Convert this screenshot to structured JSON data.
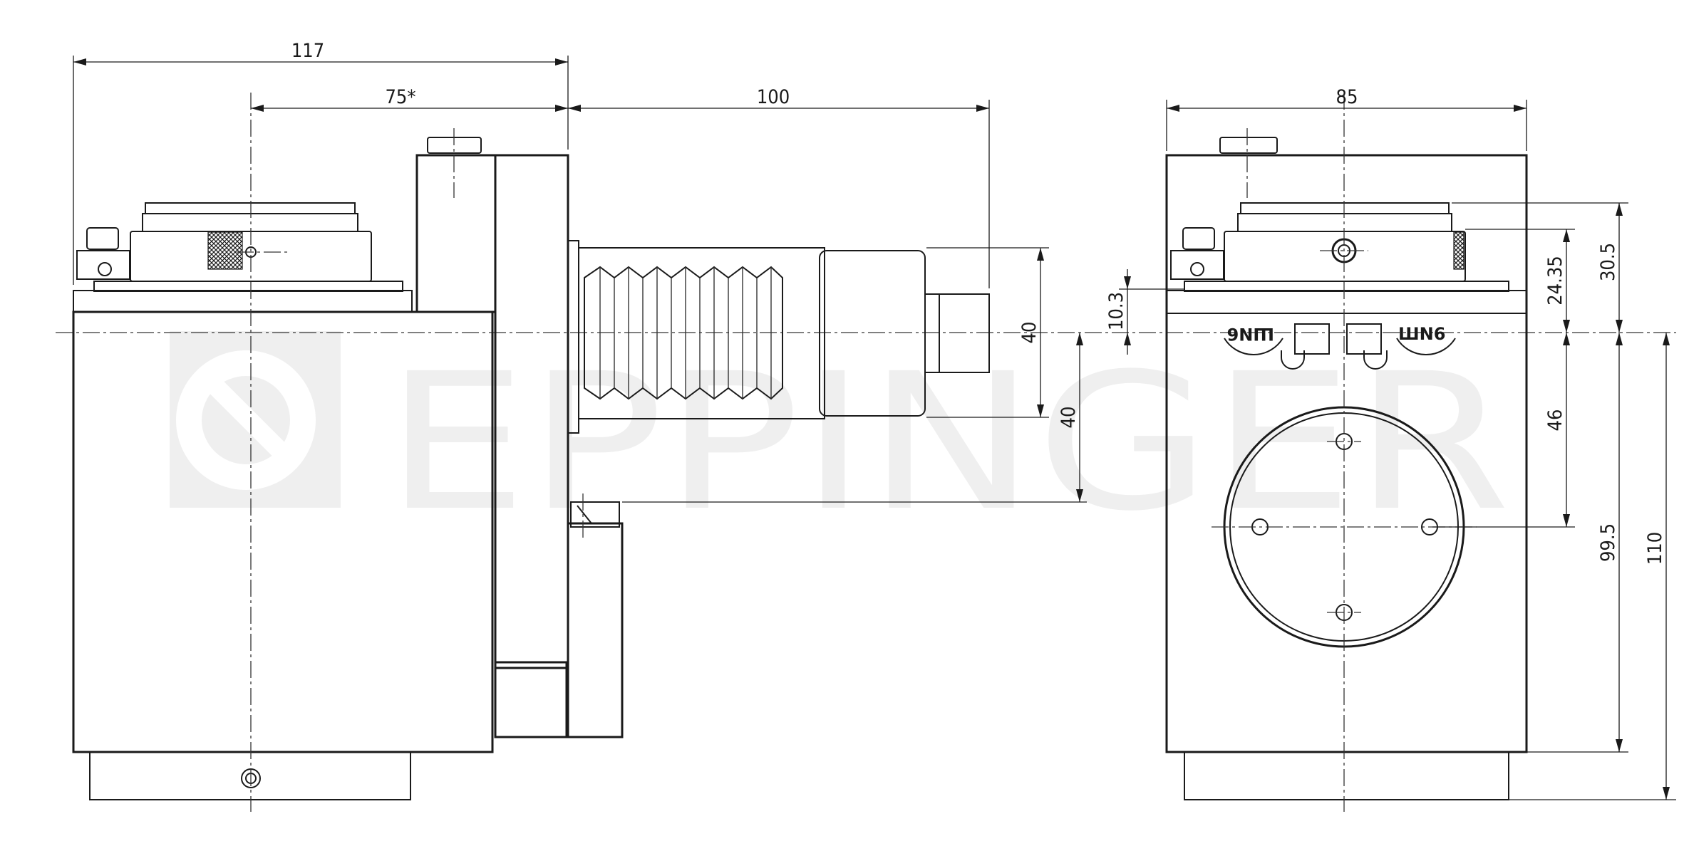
{
  "watermark": {
    "text": "EPPINGER",
    "color": "#efefef"
  },
  "dimensions": {
    "overall_length": "117",
    "axis_offset": "75*",
    "tool_projection": "100",
    "width": "85",
    "thread_diameter": "40",
    "tool_height": "40",
    "offset_10_3": "10.3",
    "offset_24_35": "24.35",
    "offset_30_5": "30.5",
    "offset_46": "46",
    "offset_99_5": "99.5",
    "height_110": "110"
  },
  "rotation_marks": {
    "left": "ШN6",
    "right": "ШN6"
  },
  "colors": {
    "line": "#1a1a1a",
    "background": "#ffffff"
  }
}
